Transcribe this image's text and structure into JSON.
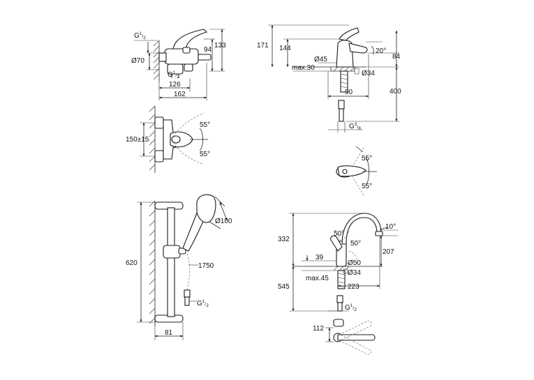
{
  "bath_mixer": {
    "thread": "G",
    "thread_frac_num": "1",
    "thread_frac_den": "2",
    "rosette": "Ø70",
    "height_total": "133",
    "height_spout": "94",
    "thread_low": "G",
    "thread_low_num": "1",
    "thread_low_den": "2",
    "depth_spout": "126",
    "depth_total": "162"
  },
  "bath_mixer_front": {
    "centers": "150±15",
    "angle_up": "55°",
    "angle_down": "55°"
  },
  "shower_rail": {
    "head_diameter": "Ø100",
    "rail_height": "620",
    "hose_length": "1750",
    "thread": "G",
    "thread_num": "1",
    "thread_den": "2",
    "wall_offset": "81"
  },
  "basin_mixer": {
    "height_total": "171",
    "height_spout": "144",
    "angle": "20°",
    "spout_reach_h": "84",
    "base_diameter": "Ø45",
    "deck_max": "max.30",
    "hole_diameter": "Ø34",
    "reach": "90",
    "hose": "400",
    "thread": "G",
    "thread_num": "3",
    "thread_den": "8"
  },
  "basin_mixer_top": {
    "angle_up": "55°",
    "angle_down": "55°"
  },
  "sink_mixer": {
    "height_total": "332",
    "angle_top": "10°",
    "angle_left": "50°",
    "angle_right": "50°",
    "spout_height": "207",
    "base_offset": "39",
    "base_diameter": "Ø50",
    "hole_diameter": "Ø34",
    "deck_max": "max.45",
    "reach": "223",
    "hose": "545",
    "thread": "G",
    "thread_num": "1",
    "thread_den": "2"
  },
  "sink_mixer_top": {
    "offset": "112"
  }
}
